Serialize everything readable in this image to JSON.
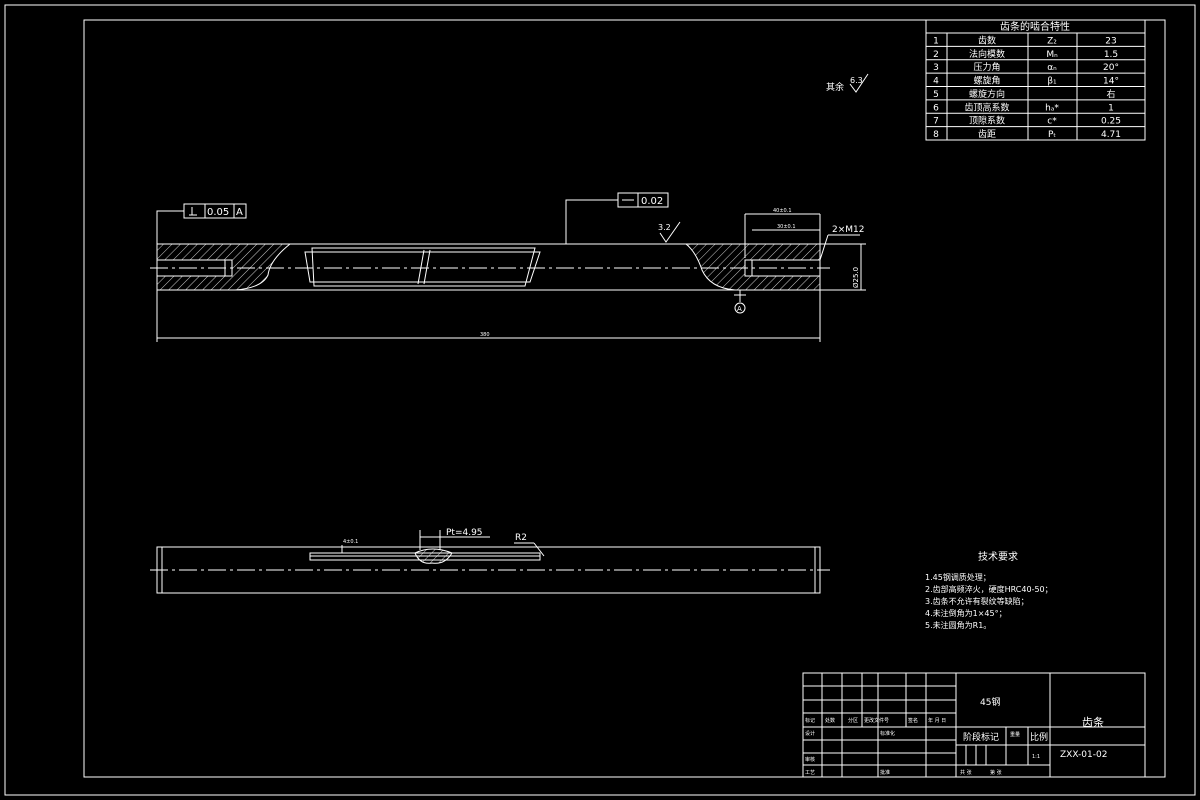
{
  "params_table": {
    "title": "齿条的啮合特性",
    "rows": [
      {
        "no": "1",
        "name": "齿数",
        "sym": "Z₂",
        "val": "23"
      },
      {
        "no": "2",
        "name": "法向模数",
        "sym": "Mₙ",
        "val": "1.5"
      },
      {
        "no": "3",
        "name": "压力角",
        "sym": "αₙ",
        "val": "20°"
      },
      {
        "no": "4",
        "name": "螺旋角",
        "sym": "β₁",
        "val": "14°"
      },
      {
        "no": "5",
        "name": "螺旋方向",
        "sym": "",
        "val": "右"
      },
      {
        "no": "6",
        "name": "齿顶高系数",
        "sym": "hₐ*",
        "val": "1"
      },
      {
        "no": "7",
        "name": "顶隙系数",
        "sym": "c*",
        "val": "0.25"
      },
      {
        "no": "8",
        "name": "齿距",
        "sym": "Pₜ",
        "val": "4.71"
      }
    ]
  },
  "roughness_rest": {
    "label": "其余",
    "value": "6.3"
  },
  "top_view": {
    "perp_tol": "0.05",
    "perp_datum": "A",
    "flat_tol": "0.02",
    "roughness": "3.2",
    "thread": "2×M12",
    "dim_top": "40±0.1",
    "dim_inner": "30±0.1",
    "dia": "Ø25.0",
    "length": "380",
    "datum_mark": "A"
  },
  "bottom_view": {
    "dim_left": "4±0.1",
    "pitch": "Pt=4.95",
    "radius": "R2"
  },
  "tech_req": {
    "title": "技术要求",
    "items": [
      "1.45钢调质处理；",
      "2.齿部高频淬火，硬度HRC40-50；",
      "3.齿条不允许有裂纹等缺陷；",
      "4.未注倒角为1×45°；",
      "5.未注圆角为R1。"
    ]
  },
  "title_block": {
    "material": "45钢",
    "part_name": "齿条",
    "drawing_no": "ZXX-01-02",
    "stage_mark": "阶段标记",
    "weight": "重量",
    "scale": "比例",
    "scale_val": "1:1",
    "row_labels": [
      "标记",
      "处数",
      "分区",
      "更改文件号",
      "签名",
      "年 月 日"
    ],
    "design": "设计",
    "standard": "标准化",
    "review": "审核",
    "process": "工艺",
    "approve": "批准",
    "sheet_total": "共 张",
    "sheet_no": "第 张"
  }
}
